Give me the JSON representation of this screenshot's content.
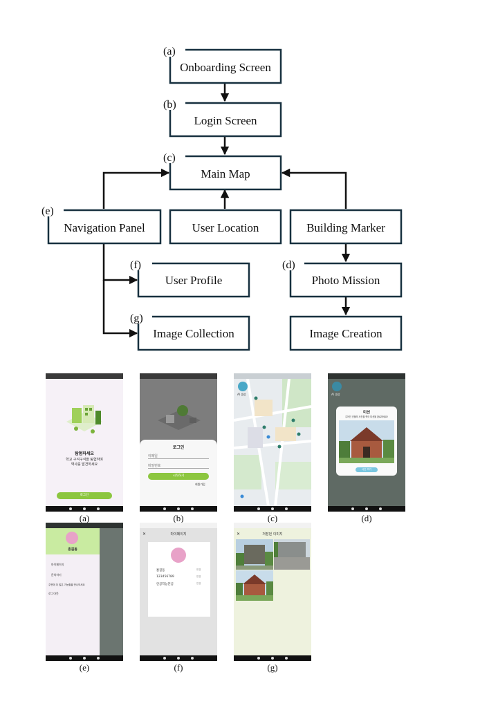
{
  "flowchart": {
    "nodes": {
      "onboarding": {
        "tag": "(a)",
        "label": "Onboarding Screen"
      },
      "login": {
        "tag": "(b)",
        "label": "Login Screen"
      },
      "main_map": {
        "tag": "(c)",
        "label": "Main Map"
      },
      "navigation": {
        "tag": "(e)",
        "label": "Navigation Panel"
      },
      "user_location": {
        "label": "User Location"
      },
      "building_marker": {
        "label": "Building Marker"
      },
      "user_profile": {
        "tag": "(f)",
        "label": "User Profile"
      },
      "photo_mission": {
        "tag": "(d)",
        "label": "Photo Mission"
      },
      "image_collection": {
        "tag": "(g)",
        "label": "Image Collection"
      },
      "image_creation": {
        "label": "Image Creation"
      }
    }
  },
  "screenshots": {
    "a": {
      "caption": "(a)",
      "title": "탐험하세요",
      "line1": "학교 구석구석을 탐험하며",
      "line2": "역사를 발견하세요",
      "button": "로그인"
    },
    "b": {
      "caption": "(b)",
      "title": "로그인",
      "field1": "이메일",
      "field2": "비밀번호",
      "button": "시작하기",
      "link": "회원가입"
    },
    "c": {
      "caption": "(c)",
      "badge": "AI 생성"
    },
    "d": {
      "caption": "(d)",
      "badge": "AI 생성",
      "title": "미션",
      "subtitle": "주어진 건물의 사진을 찍어 미션을 완료하세요!",
      "button": "사진 찍기"
    },
    "e": {
      "caption": "(e)",
      "name": "홍길동",
      "item1": "마이페이지",
      "item2": "문의하기",
      "item3": "주변에 더 많은 가능할을 만나보세요",
      "item4": "로그아웃"
    },
    "f": {
      "caption": "(f)",
      "title": "마이페이지",
      "name": "홍길동",
      "id": "123456789",
      "dept": "인공지능전공",
      "edit": "변경"
    },
    "g": {
      "caption": "(g)",
      "title": "저장된 이미지"
    }
  }
}
